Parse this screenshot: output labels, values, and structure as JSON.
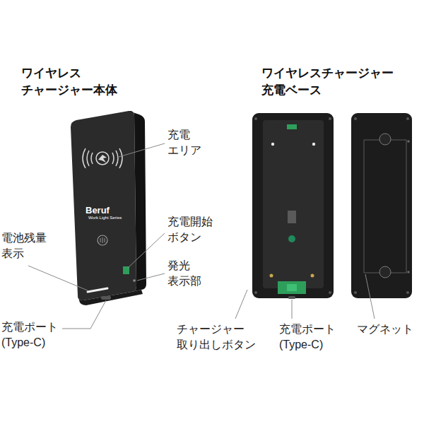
{
  "diagram": {
    "labels": [
      "ワイヤレス チャージャー本体",
      "ワイヤレスチャージャー 充電ベース",
      "充電 エリア",
      "Beruf",
      "Work Light Series",
      "充電開始 ボタン",
      "電池残量 表示",
      "発光 表示部",
      "充電ポート (Type-C)",
      "チャージャー 取り出しボタン",
      "充電ポート (Type-C)",
      "マグネット"
    ]
  }
}
